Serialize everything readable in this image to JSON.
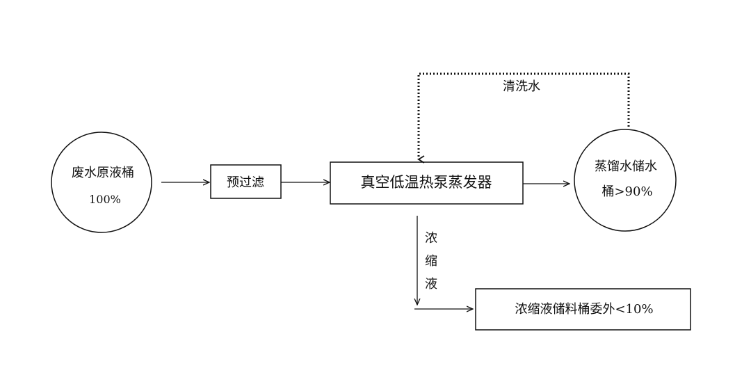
{
  "nodes": {
    "raw_bucket": {
      "line1": "废水原液桶",
      "line2": "100%"
    },
    "prefilter": {
      "label": "预过滤"
    },
    "evaporator": {
      "label": "真空低温热泵蒸发器"
    },
    "distilled_bucket": {
      "line1": "蒸馏水储水",
      "line2": "桶>90%"
    },
    "concentrate_storage": {
      "label": "浓缩液储料桶委外<10%"
    }
  },
  "edges": {
    "wash_water": {
      "label": "清洗水",
      "style": "dotted"
    },
    "concentrate": {
      "chars": [
        "浓",
        "缩",
        "液"
      ]
    }
  }
}
